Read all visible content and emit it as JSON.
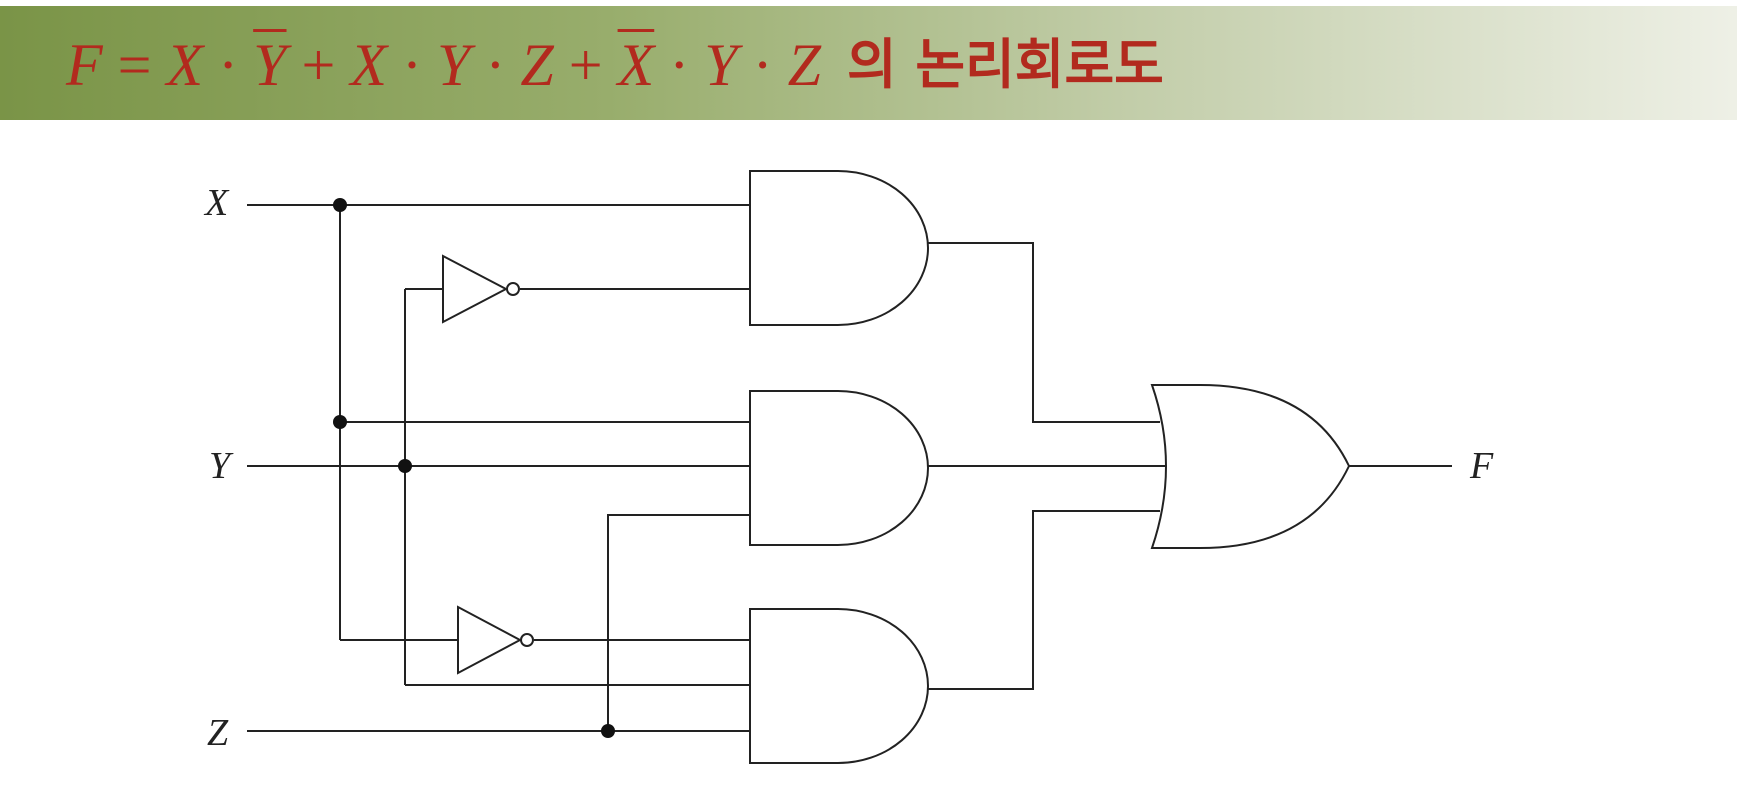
{
  "header": {
    "formula": {
      "F": "F",
      "eq": "=",
      "t1a": "X",
      "dot1": "·",
      "t1b": "Y",
      "plus1": "+",
      "t2a": "X",
      "dot2": "·",
      "t2b": "Y",
      "dot3": "·",
      "t2c": "Z",
      "plus2": "+",
      "t3a": "X",
      "dot4": "·",
      "t3b": "Y",
      "dot5": "·",
      "t3c": "Z"
    },
    "suffix": "의 논리회로도",
    "title_color": "#b22a1e"
  },
  "inputs": {
    "x": "X",
    "y": "Y",
    "z": "Z"
  },
  "output": {
    "f": "F"
  }
}
